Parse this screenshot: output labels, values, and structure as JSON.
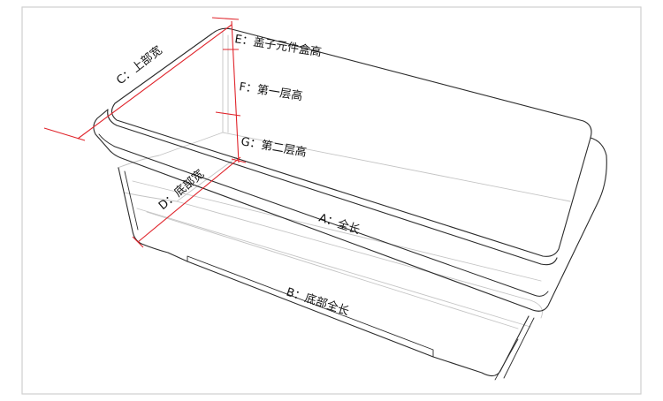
{
  "colors": {
    "outline": "#2b2b2b",
    "faint": "#b9b9b9",
    "dimension": "#e0242b",
    "frame": "#cfcfcf"
  },
  "labels": {
    "c": "C：上部宽",
    "e": "E：盖子元件盒高",
    "f": "F：第一层高",
    "g": "G：第二层高",
    "d": "D：底部宽",
    "a": "A：全长",
    "b": "B：底部全长"
  }
}
